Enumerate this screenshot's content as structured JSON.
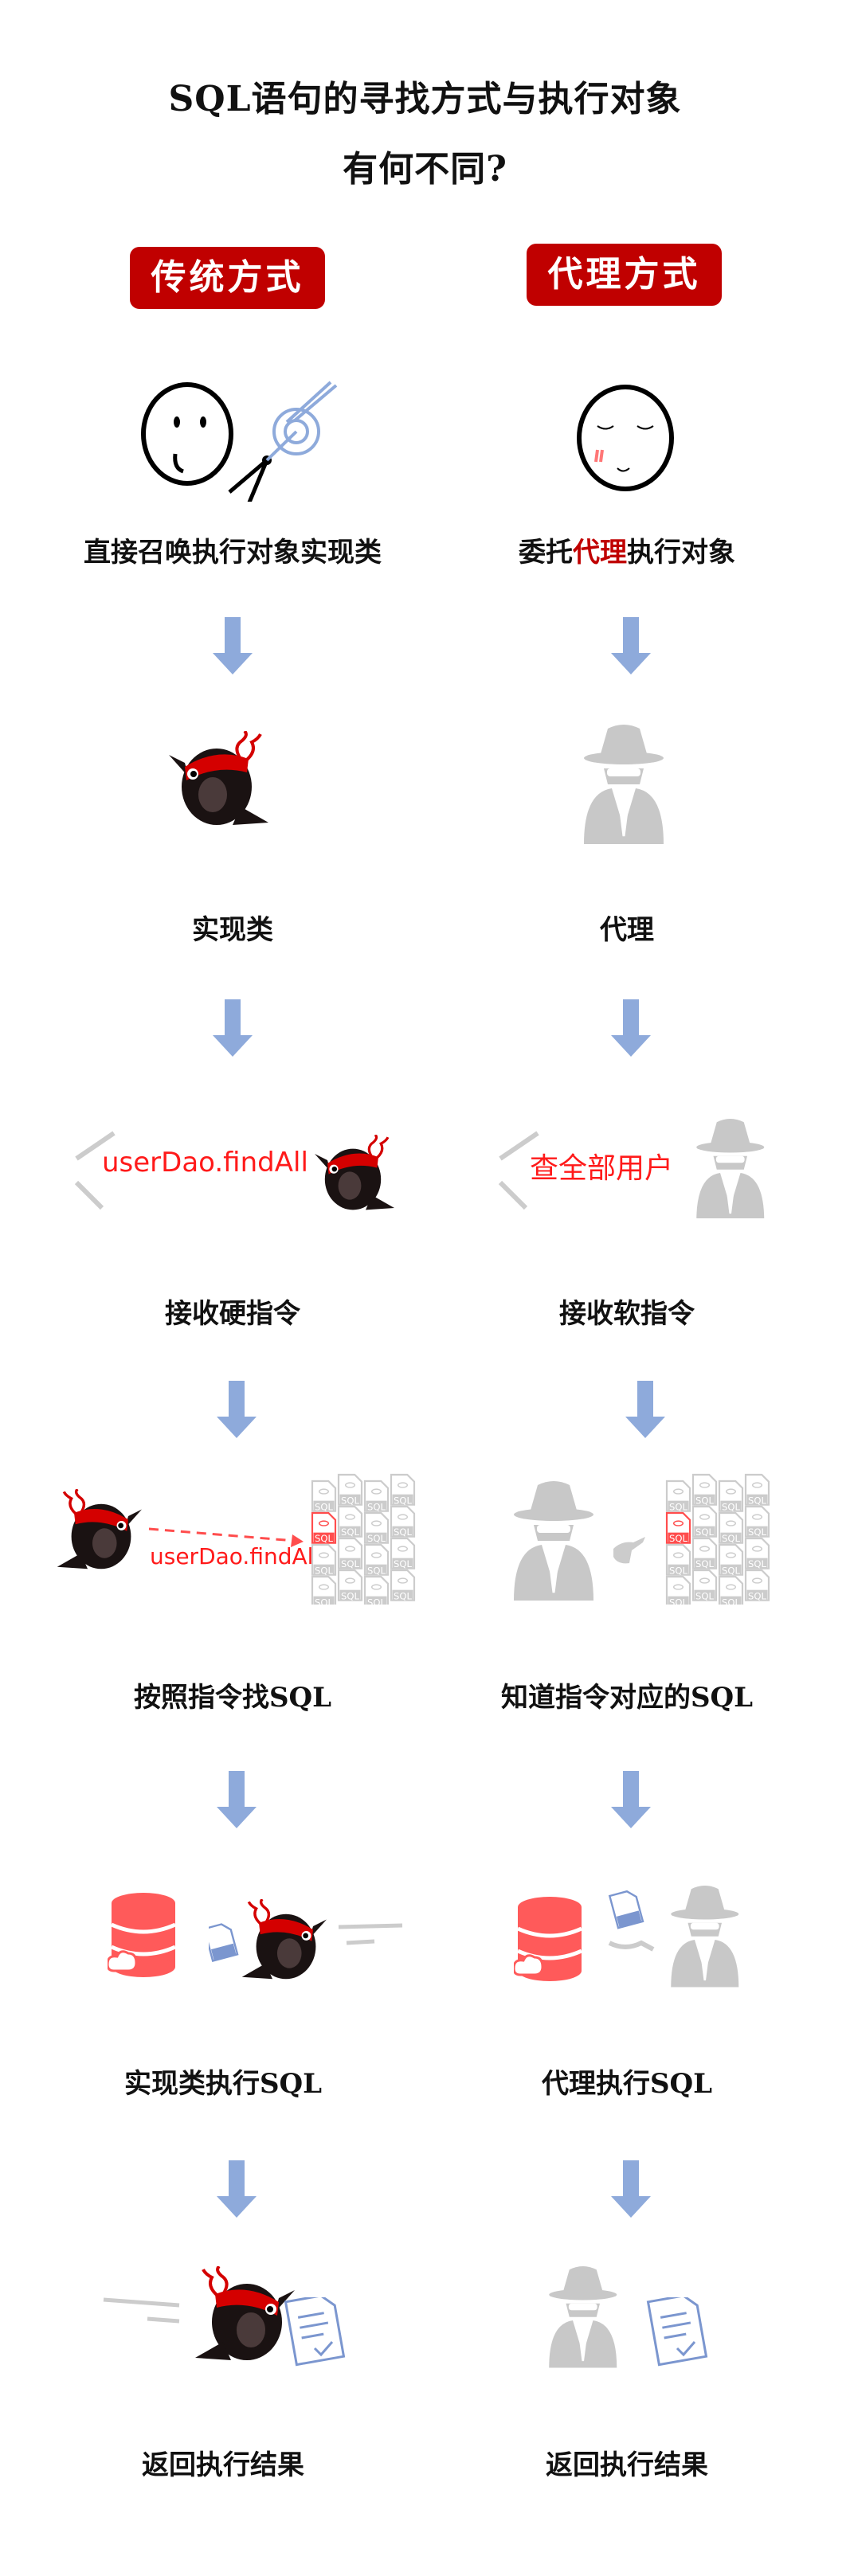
{
  "title": {
    "line1": "SQL语句的寻找方式与执行对象",
    "line2": "有何不同?"
  },
  "columns": {
    "traditional": {
      "header": "传统方式",
      "steps": [
        "直接召唤执行对象实现类",
        "实现类",
        "接收硬指令",
        "按照指令找SQL",
        "实现类执行SQL",
        "返回执行结果"
      ],
      "command": "userDao.findAll"
    },
    "proxy": {
      "header": "代理方式",
      "step1_prefix": "委托",
      "step1_highlight": "代理",
      "step1_suffix": "执行对象",
      "steps": [
        "代理",
        "接收软指令",
        "知道指令对应的SQL",
        "代理执行SQL",
        "返回执行结果"
      ],
      "command": "查全部用户"
    }
  },
  "sql_label": "SQL",
  "colors": {
    "accent": "#c00000",
    "arrow": "#8eaadb",
    "agent": "#c8c8c8",
    "command": "#ff1a1a"
  }
}
